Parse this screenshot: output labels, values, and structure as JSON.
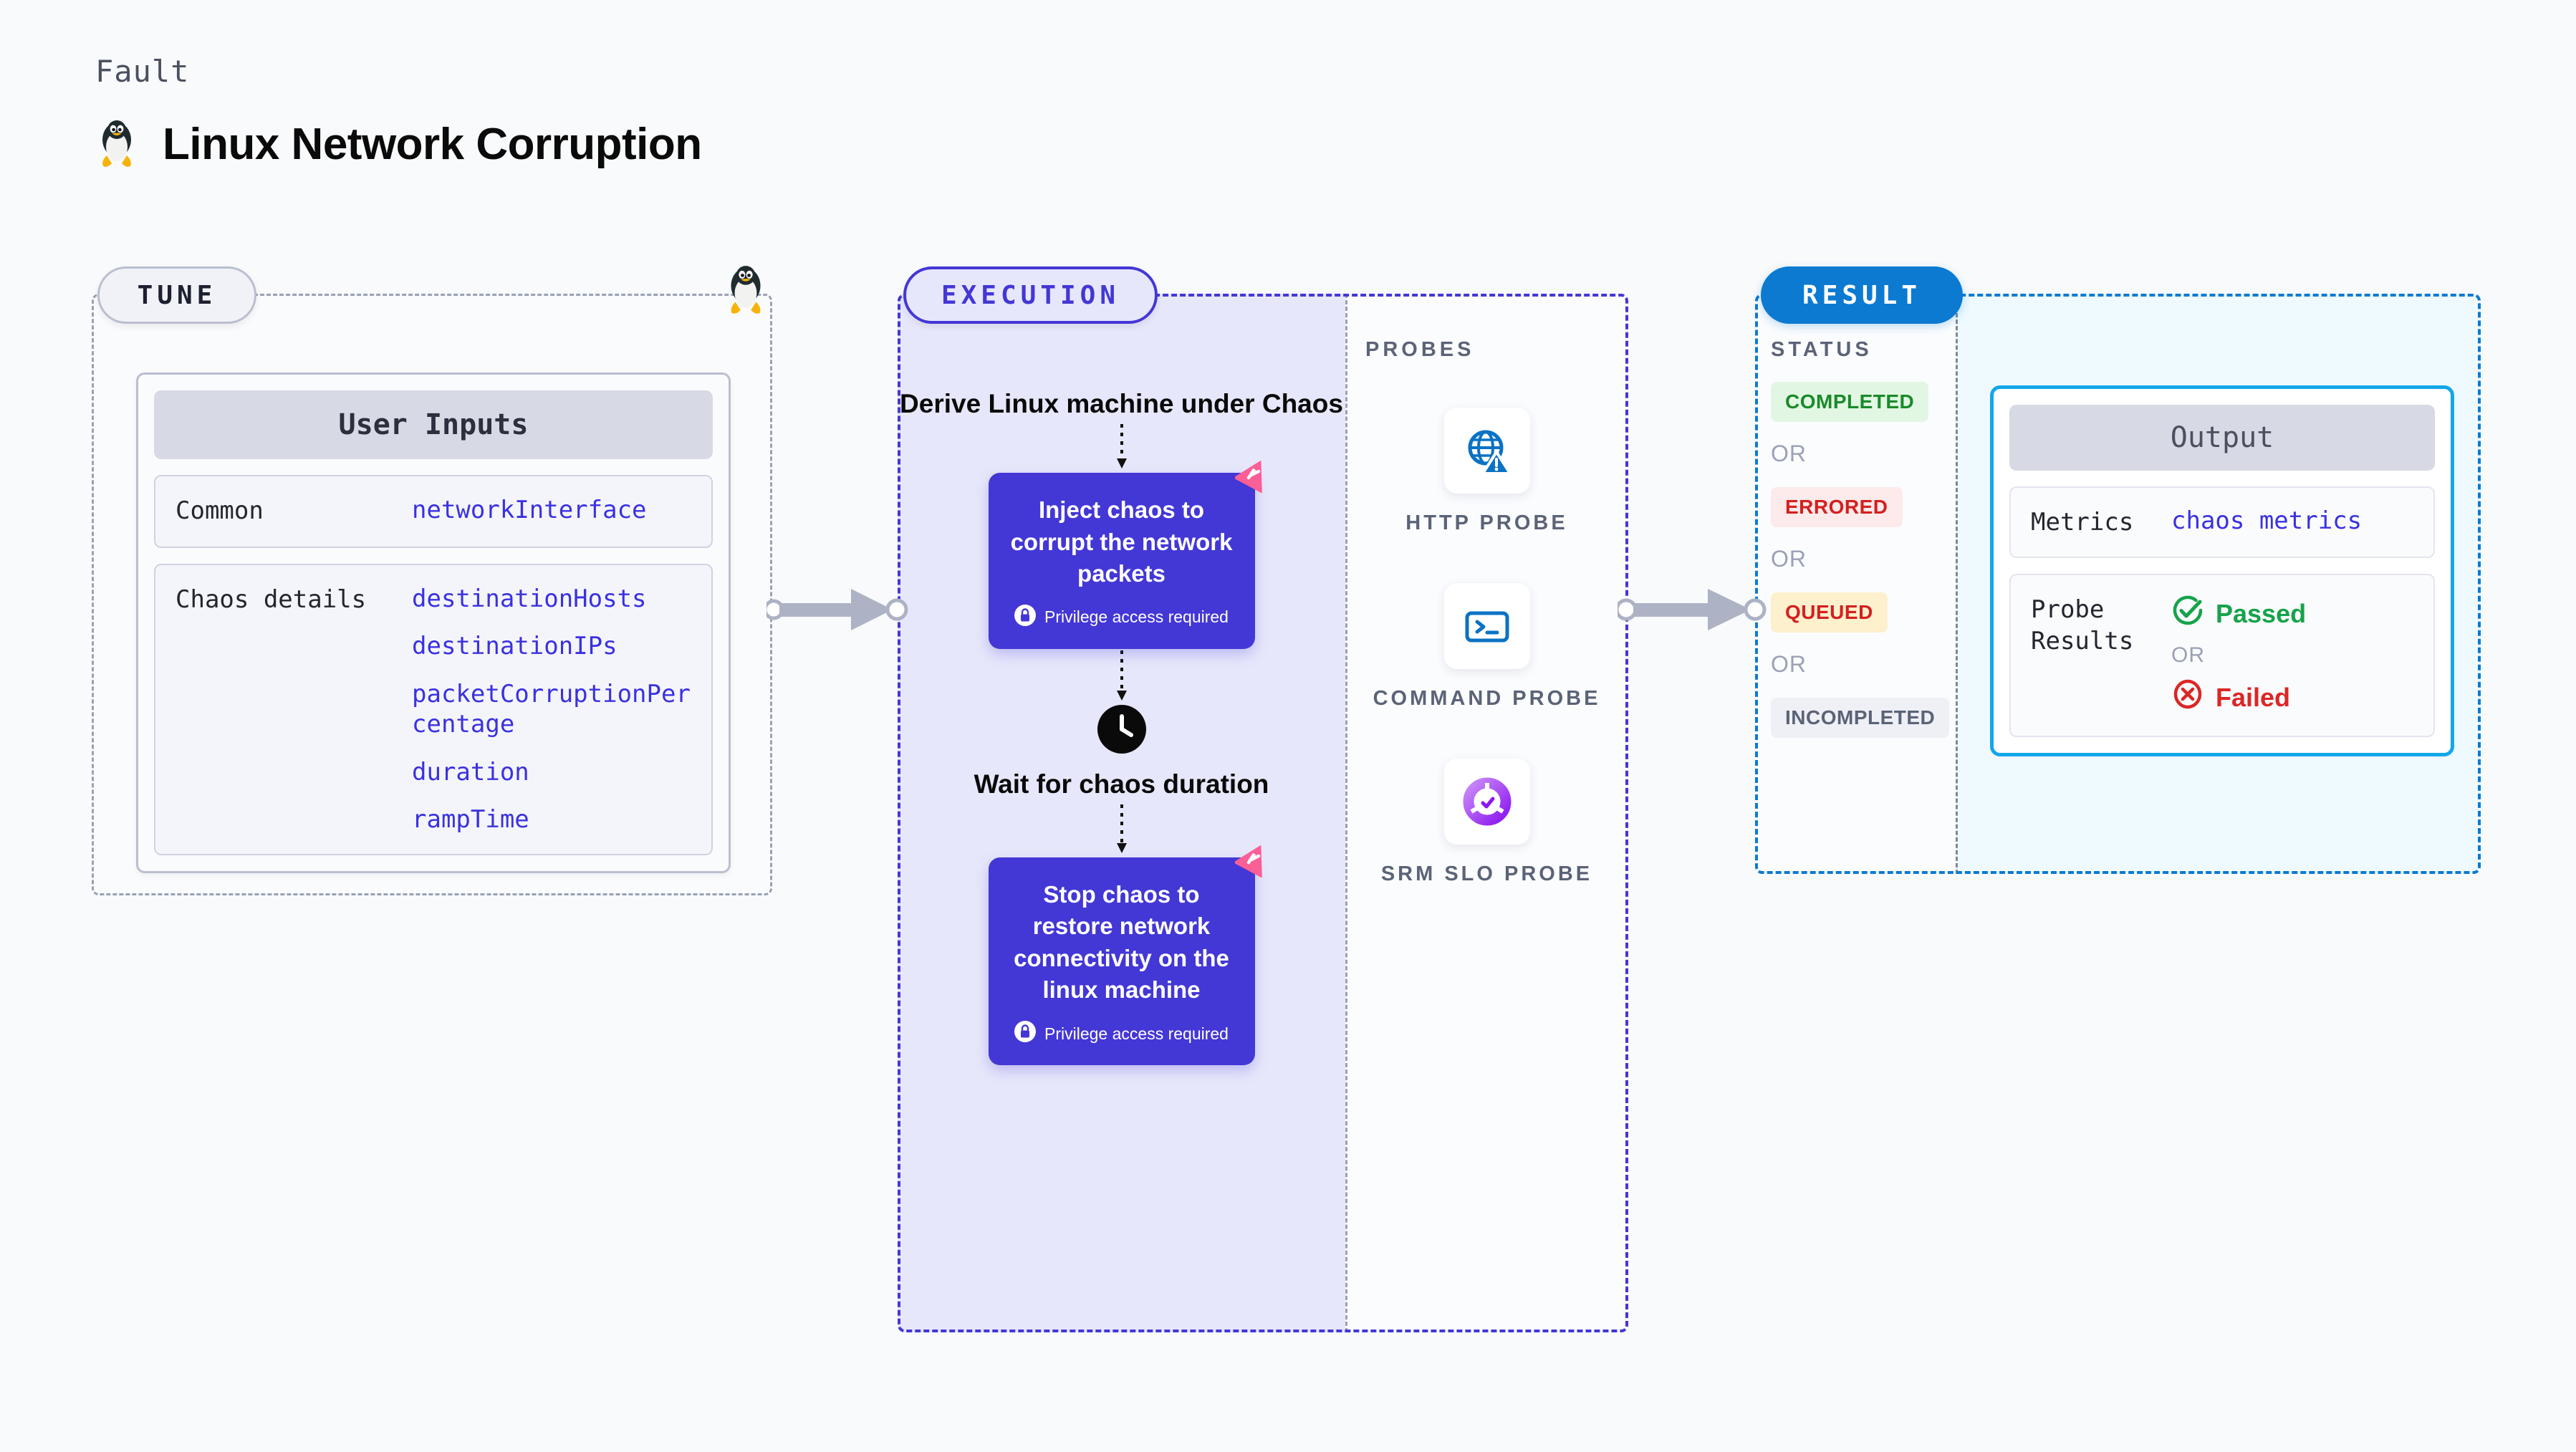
{
  "header": {
    "eyebrow": "Fault",
    "title": "Linux Network Corruption",
    "icon": "tux-penguin-icon"
  },
  "tune": {
    "pill_label": "TUNE",
    "icon": "tux-penguin-icon",
    "card_title": "User Inputs",
    "rows": [
      {
        "key": "Common",
        "values": [
          "networkInterface"
        ]
      },
      {
        "key": "Chaos details",
        "values": [
          "destinationHosts",
          "destinationIPs",
          "packetCorruptionPercentage",
          "duration",
          "rampTime"
        ]
      }
    ]
  },
  "execution": {
    "pill_label": "EXECUTION",
    "start_label": "Derive Linux machine under Chaos",
    "steps": [
      {
        "title": "Inject chaos to corrupt the network packets",
        "privilege": "Privilege access required",
        "badge": "chaos-badge-icon",
        "lock": "lock-icon"
      },
      {
        "title": "Stop chaos to restore network connectivity on the linux machine",
        "privilege": "Privilege access required",
        "badge": "chaos-badge-icon",
        "lock": "lock-icon"
      }
    ],
    "wait_label": "Wait for chaos duration",
    "wait_icon": "clock-icon",
    "probes_label": "PROBES",
    "probes": [
      {
        "name": "HTTP PROBE",
        "icon": "globe-warning-icon"
      },
      {
        "name": "COMMAND PROBE",
        "icon": "terminal-icon"
      },
      {
        "name": "SRM SLO PROBE",
        "icon": "slo-donut-check-icon"
      }
    ]
  },
  "result": {
    "pill_label": "RESULT",
    "status_label": "STATUS",
    "or_label": "OR",
    "statuses": [
      {
        "label": "COMPLETED",
        "bg": "#e2f7e3",
        "fg": "#1a8a2a"
      },
      {
        "label": "ERRORED",
        "bg": "#fdeaea",
        "fg": "#d32020"
      },
      {
        "label": "QUEUED",
        "bg": "#fcf0cd",
        "fg": "#d32020"
      },
      {
        "label": "INCOMPLETED",
        "bg": "#eff0f6",
        "fg": "#5b6377"
      }
    ],
    "output": {
      "title": "Output",
      "metrics_key": "Metrics",
      "metrics_value": "chaos metrics",
      "probe_key": "Probe Results",
      "passed": "Passed",
      "failed": "Failed",
      "or_label": "OR",
      "pass_icon": "check-circle-icon",
      "fail_icon": "x-circle-icon"
    }
  },
  "connectors": [
    {
      "name": "tune-to-execution"
    },
    {
      "name": "execution-to-result"
    }
  ],
  "colors": {
    "execution_accent": "#4337d6",
    "result_accent": "#0c7ad1",
    "output_accent": "#12a7e8",
    "value_text": "#3a31e0",
    "chaos_badge": "#fa5f96"
  }
}
